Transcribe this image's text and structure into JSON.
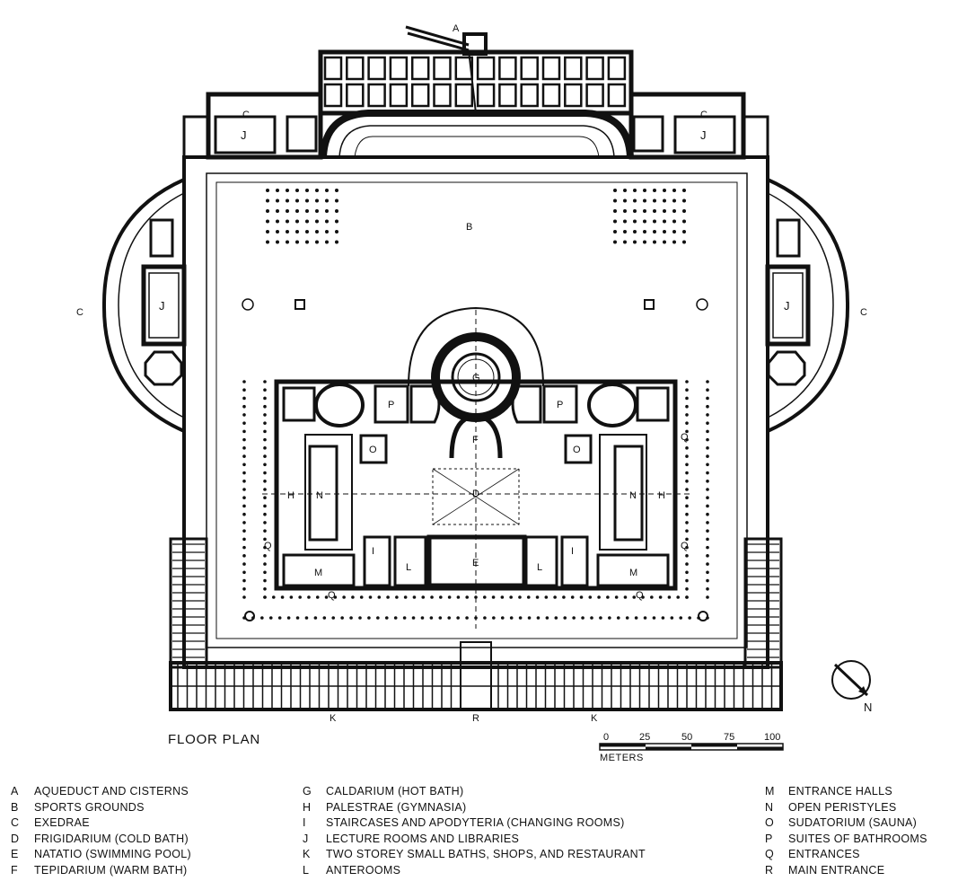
{
  "caption": "FLOOR PLAN",
  "scale": {
    "ticks": [
      "0",
      "25",
      "50",
      "75",
      "100"
    ],
    "unit": "METERS"
  },
  "compass": {
    "north": "N"
  },
  "plan_labels": {
    "A": "A",
    "B": "B",
    "C": "C",
    "D": "D",
    "E": "E",
    "F": "F",
    "G": "G",
    "H": "H",
    "I": "I",
    "J": "J",
    "K": "K",
    "L": "L",
    "M": "M",
    "N": "N",
    "O": "O",
    "P": "P",
    "Q": "Q",
    "R": "R"
  },
  "legend": [
    [
      {
        "key": "A",
        "text": "AQUEDUCT AND CISTERNS"
      },
      {
        "key": "B",
        "text": "SPORTS GROUNDS"
      },
      {
        "key": "C",
        "text": "EXEDRAE"
      },
      {
        "key": "D",
        "text": "FRIGIDARIUM (COLD BATH)"
      },
      {
        "key": "E",
        "text": "NATATIO (SWIMMING POOL)"
      },
      {
        "key": "F",
        "text": "TEPIDARIUM (WARM BATH)"
      }
    ],
    [
      {
        "key": "G",
        "text": "CALDARIUM (HOT BATH)"
      },
      {
        "key": "H",
        "text": "PALESTRAE (GYMNASIA)"
      },
      {
        "key": "I",
        "text": "STAIRCASES AND APODYTERIA (CHANGING ROOMS)"
      },
      {
        "key": "J",
        "text": "LECTURE ROOMS AND LIBRARIES"
      },
      {
        "key": "K",
        "text": "TWO STOREY SMALL BATHS, SHOPS, AND RESTAURANT"
      },
      {
        "key": "L",
        "text": "ANTEROOMS"
      }
    ],
    [
      {
        "key": "M",
        "text": "ENTRANCE HALLS"
      },
      {
        "key": "N",
        "text": "OPEN PERISTYLES"
      },
      {
        "key": "O",
        "text": "SUDATORIUM (SAUNA)"
      },
      {
        "key": "P",
        "text": "SUITES OF BATHROOMS"
      },
      {
        "key": "Q",
        "text": "ENTRANCES"
      },
      {
        "key": "R",
        "text": "MAIN ENTRANCE"
      }
    ]
  ]
}
